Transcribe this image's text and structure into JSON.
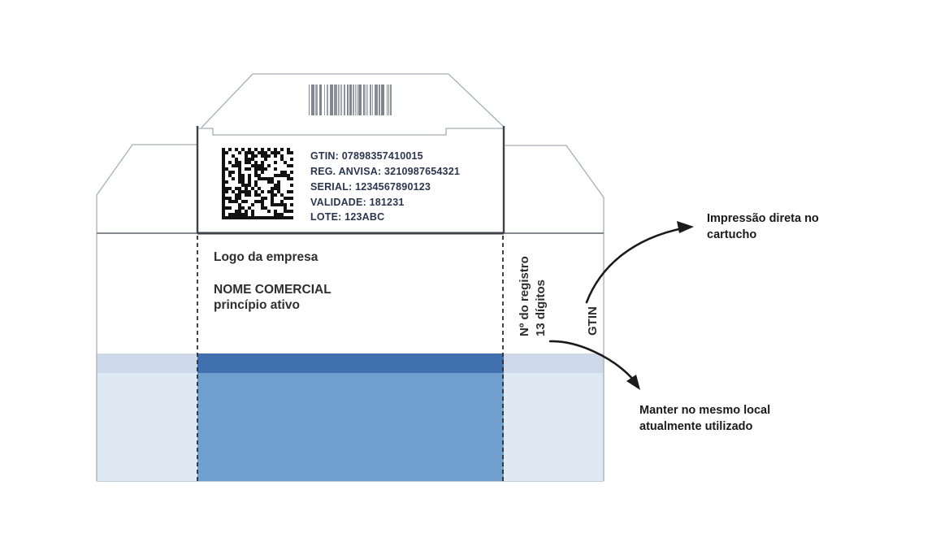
{
  "carton": {
    "label_area": {
      "gtin": "GTIN: 07898357410015",
      "reg_anvisa": "REG. ANVISA: 3210987654321",
      "serial": "SERIAL: 1234567890123",
      "validade": "VALIDADE: 181231",
      "lote": "LOTE: 123ABC"
    },
    "front_panel": {
      "company_logo": "Logo da empresa",
      "commercial_name": "NOME COMERCIAL",
      "active_ingredient": "princípio ativo"
    },
    "rotated_labels": {
      "registry_line1": "Nº do registro",
      "registry_line2": "13 dígitos",
      "gtin": "GTIN"
    }
  },
  "annotations": {
    "direct_print": {
      "line1": "Impressão direta no",
      "line2": "cartucho"
    },
    "keep_location": {
      "line1": "Manter no mesmo local",
      "line2": "atualmente utilizado"
    }
  },
  "colors": {
    "center_band_dark": "#4070ad",
    "center_band": "#6f9fce",
    "side_band_strip": "#cdd9e8",
    "side_band": "#dfe9f4",
    "label_text": "#2b3550",
    "panel_text": "#2e2e2e",
    "annotation_text": "#1a1a1a"
  }
}
